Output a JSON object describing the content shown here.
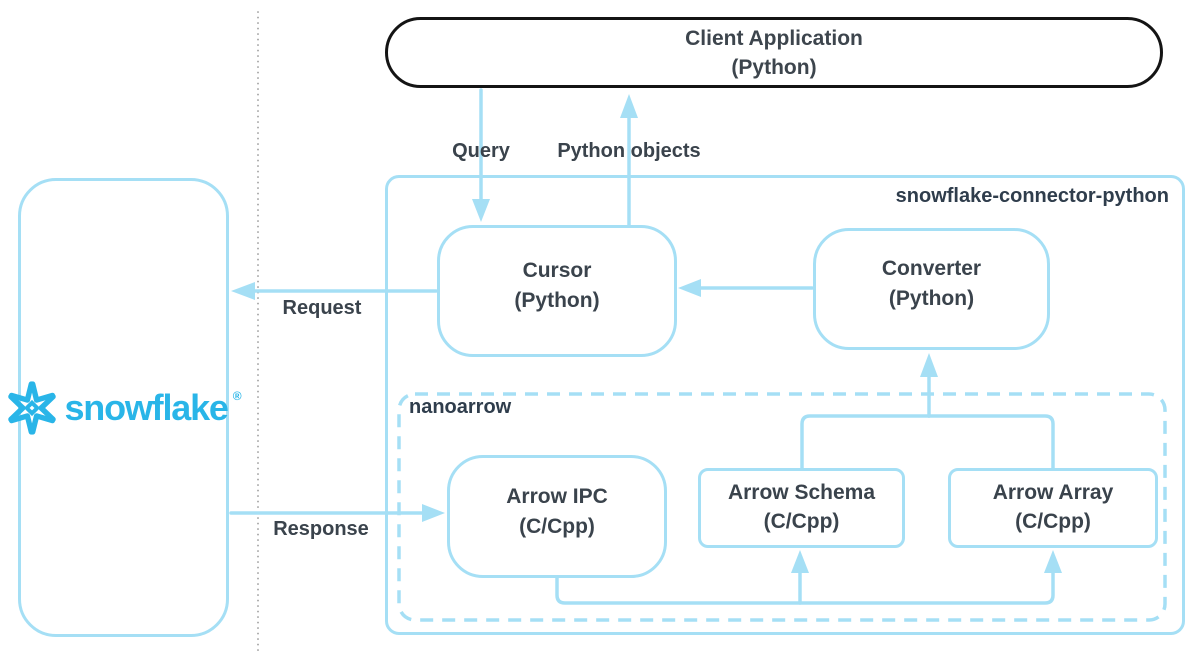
{
  "client_app": {
    "line1": "Client Application",
    "line2": "(Python)"
  },
  "edges": {
    "query": "Query",
    "python_objects": "Python objects",
    "request": "Request",
    "response": "Response"
  },
  "snowflake": {
    "wordmark": "snowflake",
    "registered": "®"
  },
  "connector": {
    "title": "snowflake-connector-python"
  },
  "cursor": {
    "line1": "Cursor",
    "line2": "(Python)"
  },
  "converter": {
    "line1": "Converter",
    "line2": "(Python)"
  },
  "nanoarrow": {
    "title": "nanoarrow"
  },
  "arrow_ipc": {
    "line1": "Arrow IPC",
    "line2": "(C/Cpp)"
  },
  "arrow_schema": {
    "line1": "Arrow Schema",
    "line2": "(C/Cpp)"
  },
  "arrow_array": {
    "line1": "Arrow Array",
    "line2": "(C/Cpp)"
  },
  "colors": {
    "line_blue": "#a5dff5",
    "brand_blue": "#29b5e8",
    "text_dark": "#3a434c",
    "client_border": "#141414",
    "separator": "#9a9a9a"
  }
}
